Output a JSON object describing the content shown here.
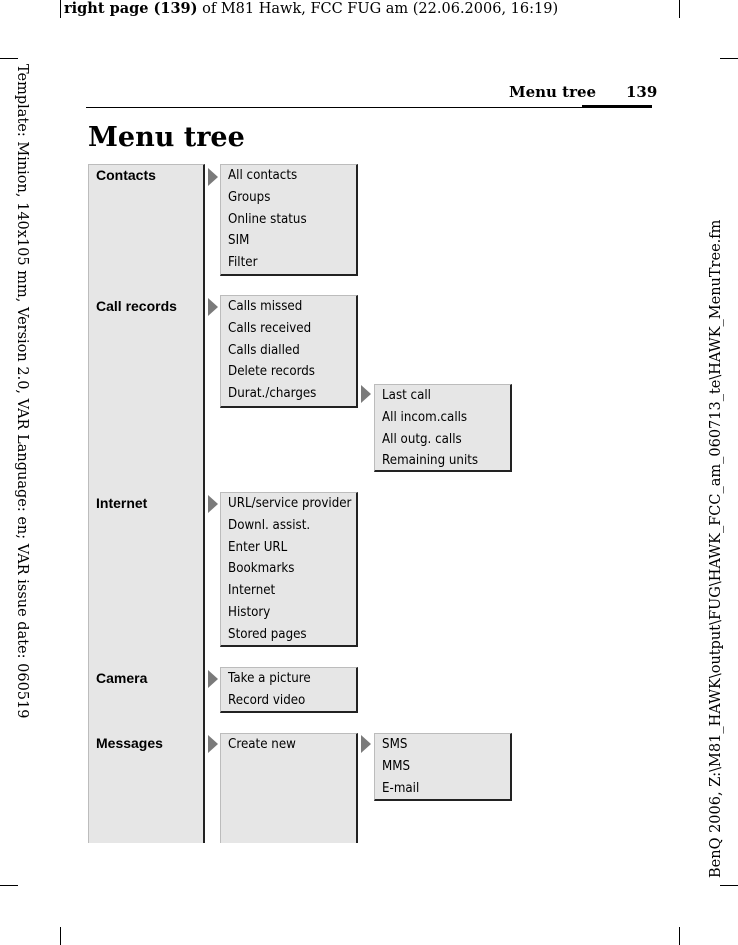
{
  "header_note": {
    "bold_part": "right page (139)",
    "rest": " of M81 Hawk, FCC FUG am  (22.06.2006, 16:19)"
  },
  "left_margin_text": "Template: Minion, 140x105 mm, Version 2.0, VAR Language: en; VAR issue date: 060519",
  "right_margin_text": "BenQ 2006, Z:\\M81_HAWK\\output\\FUG\\HAWK_FCC_am_060713_te\\HAWK_MenuTree.fm",
  "running_head": {
    "title": "Menu tree",
    "page_number": "139"
  },
  "page_title": "Menu tree",
  "menu": {
    "contacts": {
      "label": "Contacts",
      "items": [
        "All contacts",
        "Groups",
        "Online status",
        "SIM",
        "Filter"
      ]
    },
    "call_records": {
      "label": "Call records",
      "items": [
        "Calls missed",
        "Calls received",
        "Calls dialled",
        "Delete records",
        "Durat./charges"
      ],
      "durat_charges_items": [
        "Last call",
        "All incom.calls",
        "All outg. calls",
        "Remaining units"
      ]
    },
    "internet": {
      "label": "Internet",
      "items": [
        "URL/service provider",
        "Downl. assist.",
        "Enter URL",
        "Bookmarks",
        "Internet",
        "History",
        "Stored pages"
      ]
    },
    "camera": {
      "label": "Camera",
      "items": [
        "Take a picture",
        "Record video"
      ]
    },
    "messages": {
      "label": "Messages",
      "items": [
        "Create new"
      ],
      "create_new_items": [
        "SMS",
        "MMS",
        "E-mail"
      ]
    }
  }
}
